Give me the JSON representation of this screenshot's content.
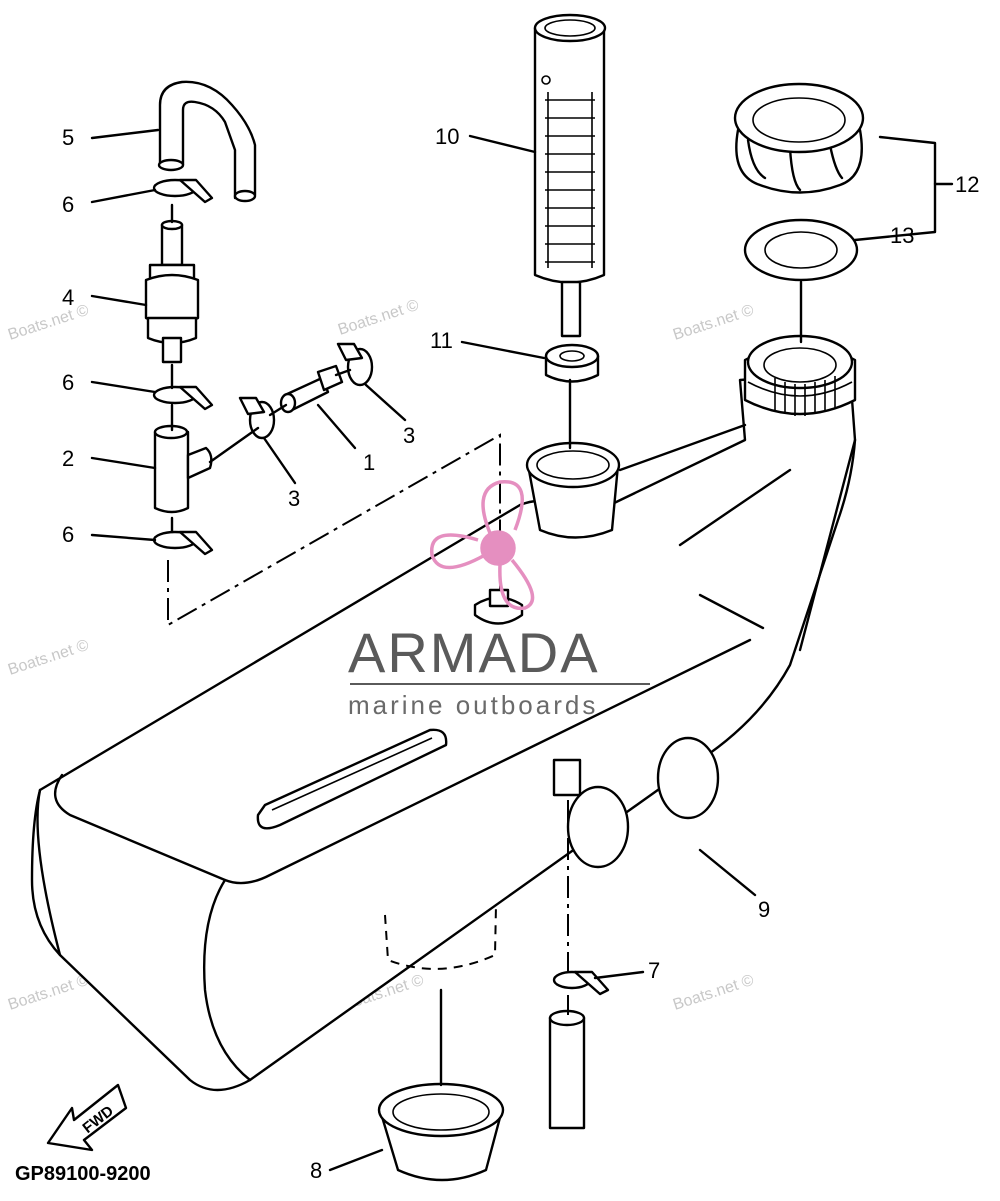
{
  "diagram": {
    "drawing_code": "GP89100-9200",
    "direction_marker": "FWD",
    "parts": [
      {
        "number": "1"
      },
      {
        "number": "2"
      },
      {
        "number": "3"
      },
      {
        "number": "3"
      },
      {
        "number": "4"
      },
      {
        "number": "5"
      },
      {
        "number": "6"
      },
      {
        "number": "6"
      },
      {
        "number": "6"
      },
      {
        "number": "7"
      },
      {
        "number": "8"
      },
      {
        "number": "9"
      },
      {
        "number": "10"
      },
      {
        "number": "11"
      },
      {
        "number": "12"
      },
      {
        "number": "13"
      }
    ]
  },
  "logo": {
    "title": "ARMADA",
    "subtitle": "marine outboards",
    "accent_color": "#e58fc0",
    "text_color": "#5a5a5a"
  },
  "watermark": {
    "text": "Boats.net ©"
  }
}
